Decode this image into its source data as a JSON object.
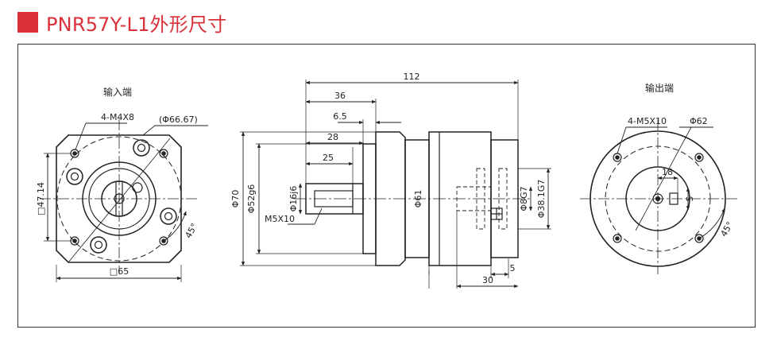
{
  "header": {
    "title": "PNR57Y-L1外形尺寸",
    "accent_color": "#d9303a"
  },
  "input_view": {
    "title": "输入端",
    "labels": {
      "holes": "4-M4X8",
      "pcd": "(Φ66.67)",
      "height": "□47.14",
      "width": "□65",
      "angle": "45°"
    }
  },
  "side_view": {
    "labels": {
      "overall": "112",
      "d36": "36",
      "d6_5": "6.5",
      "d28": "28",
      "d25": "25",
      "phi70": "Φ70",
      "phi52": "Φ52g6",
      "phi16": "Φ16j6",
      "m5": "M5X10",
      "phi61": "Φ61",
      "phi8": "Φ8G7",
      "phi38": "Φ38.1G7",
      "d5": "5",
      "d30": "30"
    }
  },
  "output_view": {
    "title": "输出端",
    "labels": {
      "holes": "4-M5X10",
      "dia": "Φ62",
      "d18": "18",
      "d5": "5",
      "angle": "45°"
    }
  }
}
